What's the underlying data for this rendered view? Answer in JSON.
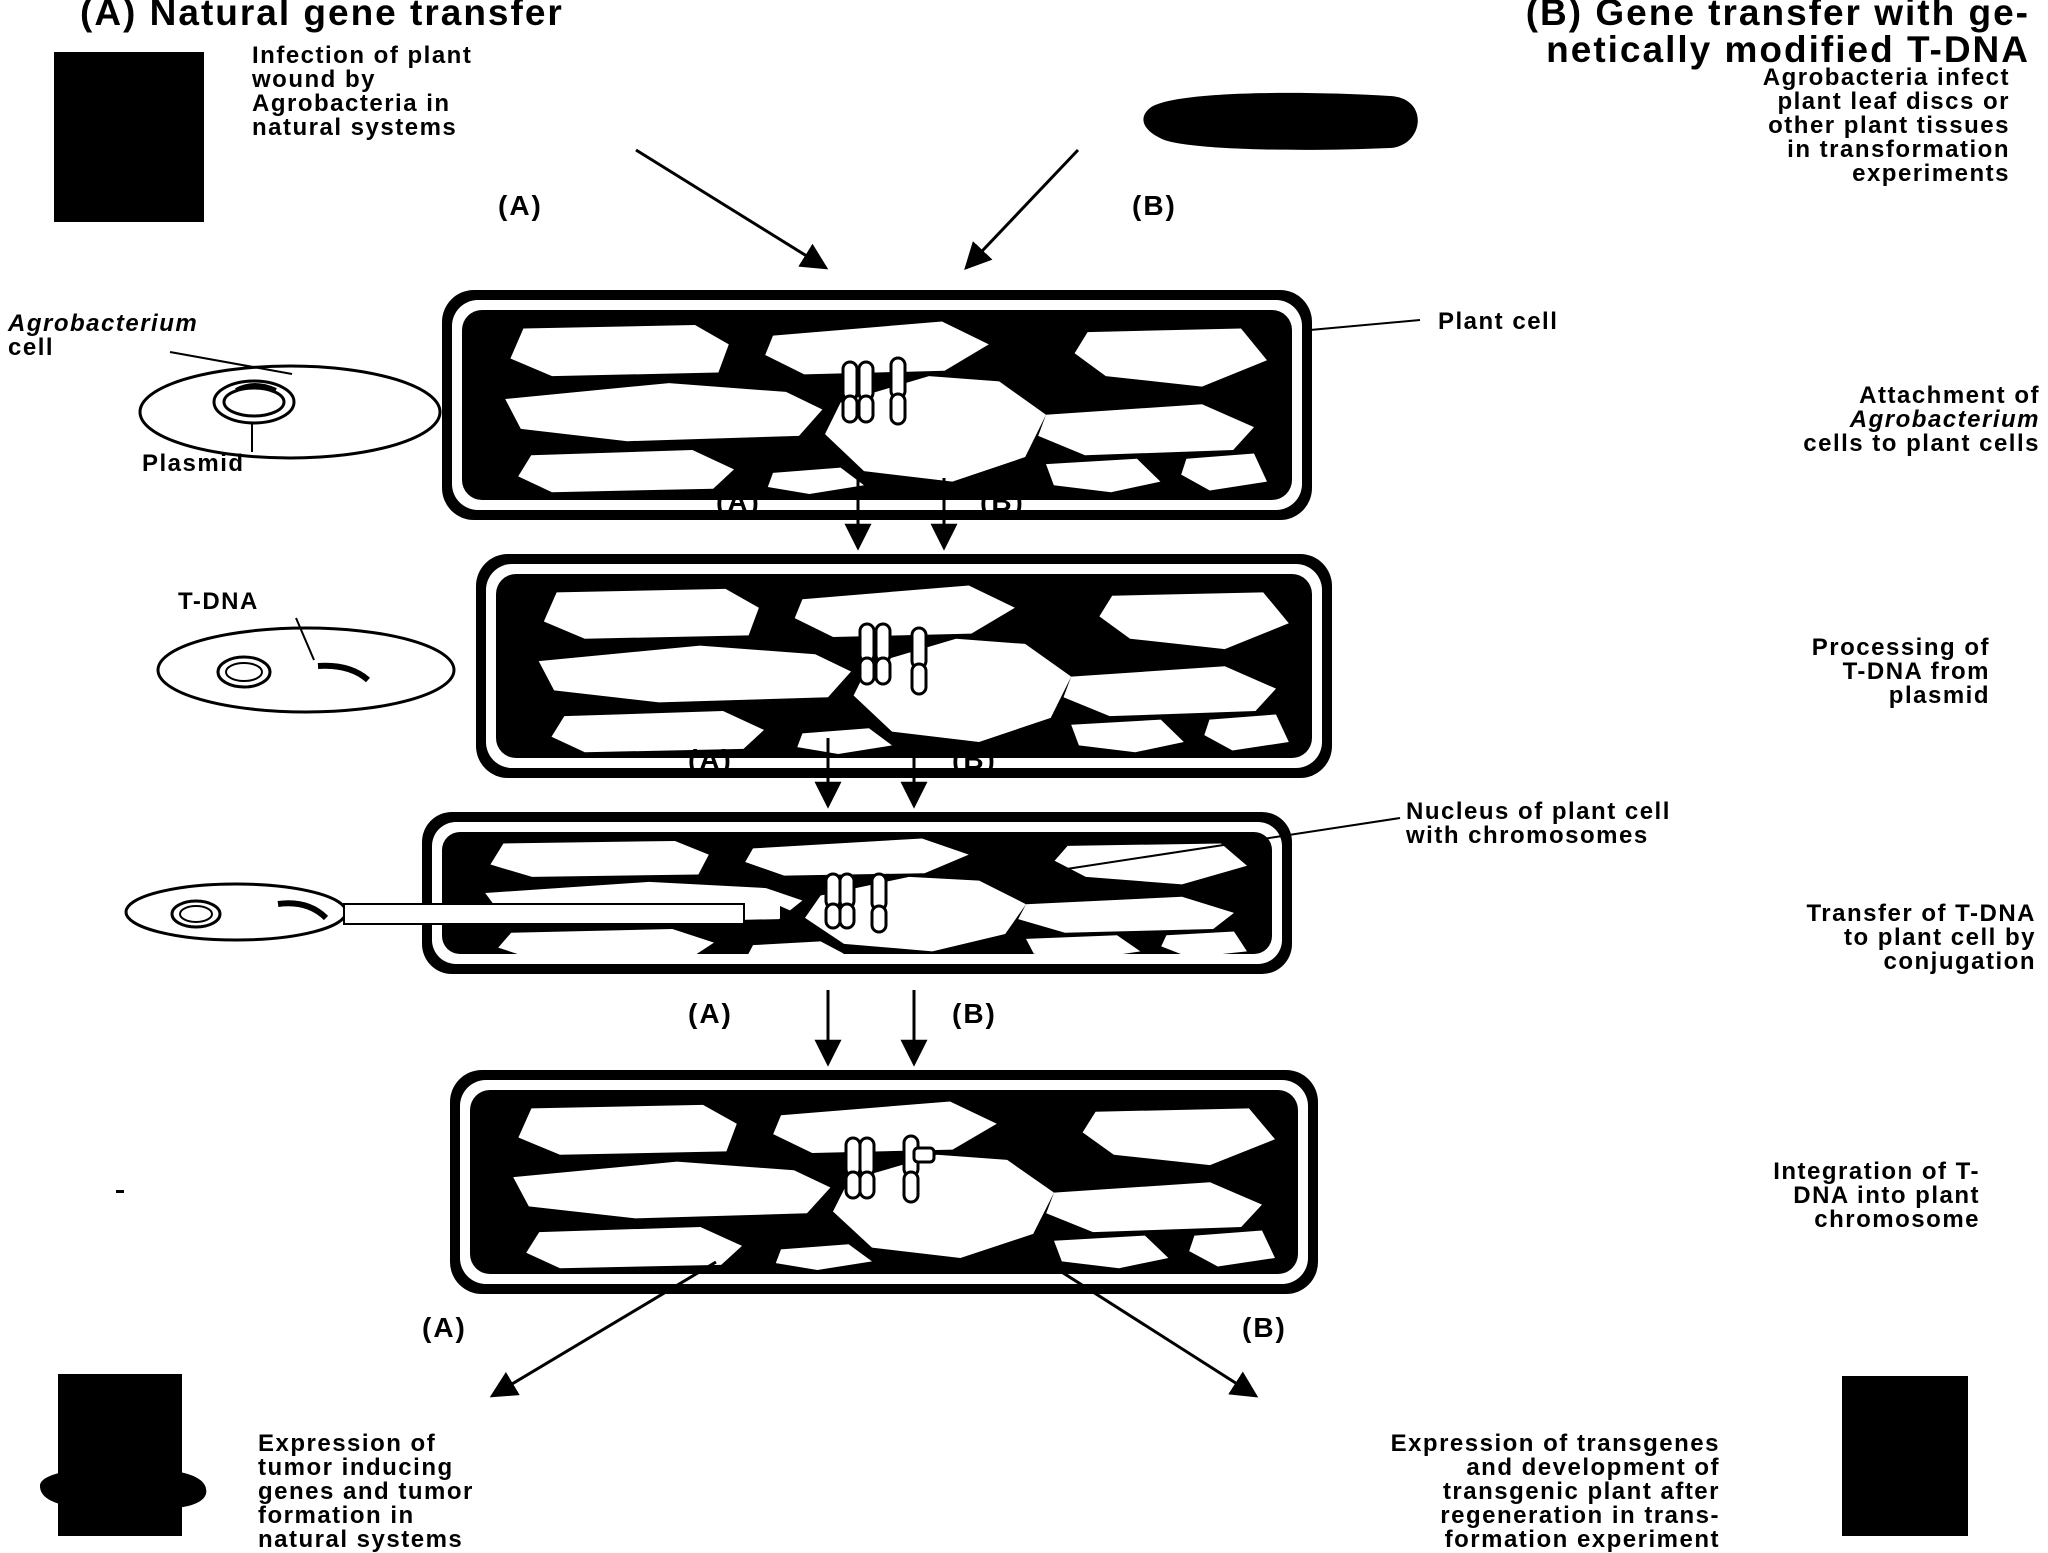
{
  "headers": {
    "a": "(A) Natural gene transfer",
    "b_line1": "(B) Gene transfer with ge-",
    "b_line2": "netically modified T-DNA"
  },
  "captions": {
    "top_a": [
      "Infection of plant",
      "wound by",
      "Agrobacteria in",
      "natural systems"
    ],
    "top_b": [
      "Agrobacteria infect",
      "plant leaf discs or",
      "other plant tissues",
      "in transformation",
      "experiments"
    ],
    "plant_cell": "Plant cell",
    "agrobacterium_cell": [
      "Agrobacterium",
      "cell"
    ],
    "plasmid": "Plasmid",
    "tdna": "T-DNA",
    "nucleus": [
      "Nucleus of plant cell",
      "with chromosomes"
    ],
    "bottom_a": [
      "Expression of",
      "tumor inducing",
      "genes and tumor",
      "formation in",
      "natural systems"
    ],
    "bottom_b": [
      "Expression of transgenes",
      "and development of",
      "transgenic plant after",
      "regeneration in trans-",
      "formation experiment"
    ]
  },
  "steps": [
    [
      "Attachment of",
      "Agrobacterium",
      "cells to plant cells"
    ],
    [
      "Processing of",
      "T-DNA from",
      "plasmid"
    ],
    [
      "Transfer of T-DNA",
      "to plant cell by",
      "conjugation"
    ],
    [
      "Integration of T-",
      "DNA into plant",
      "chromosome"
    ]
  ],
  "path_labels": {
    "a": "(A)",
    "b": "(B)"
  },
  "colors": {
    "ink": "#000000",
    "paper": "#ffffff"
  }
}
